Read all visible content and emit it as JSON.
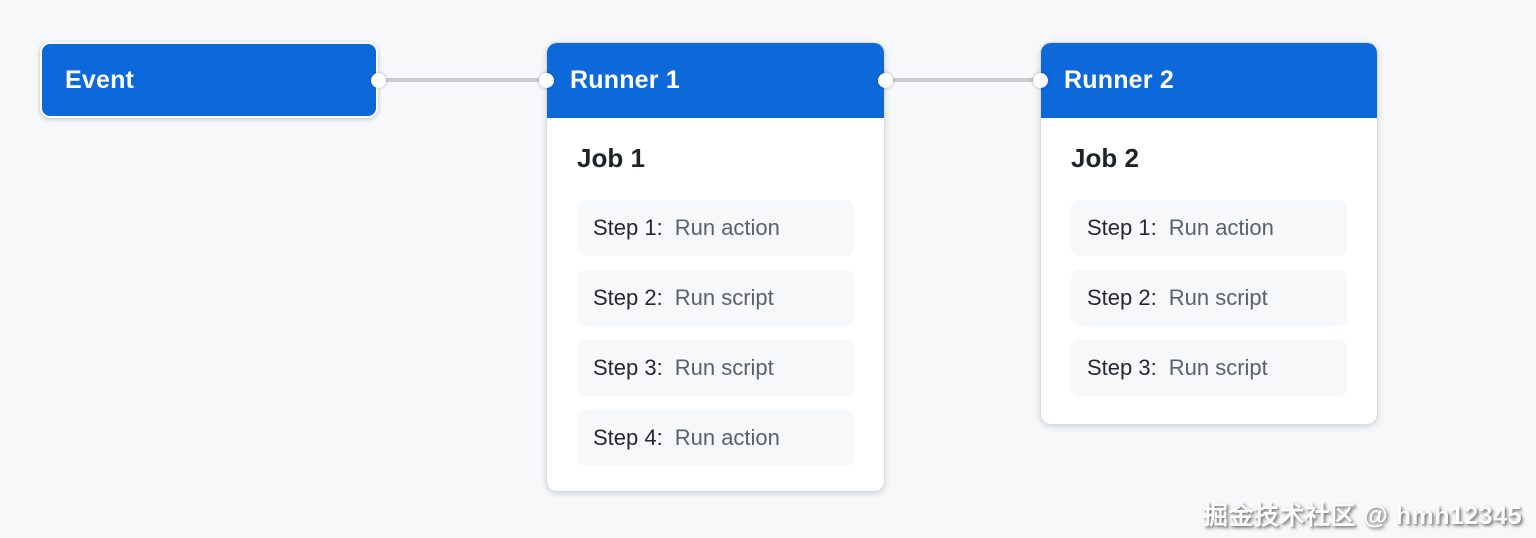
{
  "canvas": {
    "background_color": "#f6f8fa",
    "accent_color": "#0d69da",
    "connector_color": "#c7ccd1",
    "step_bg_color": "#f6f8fa"
  },
  "event": {
    "label": "Event"
  },
  "runner1": {
    "title": "Runner 1",
    "job_title": "Job 1",
    "steps": [
      {
        "label": "Step 1:",
        "desc": "Run action"
      },
      {
        "label": "Step 2:",
        "desc": "Run script"
      },
      {
        "label": "Step 3:",
        "desc": "Run script"
      },
      {
        "label": "Step 4:",
        "desc": "Run action"
      }
    ]
  },
  "runner2": {
    "title": "Runner 2",
    "job_title": "Job 2",
    "steps": [
      {
        "label": "Step 1:",
        "desc": "Run action"
      },
      {
        "label": "Step 2:",
        "desc": "Run script"
      },
      {
        "label": "Step 3:",
        "desc": "Run script"
      }
    ]
  },
  "watermark": {
    "text": "掘金技术社区 @ hmh12345"
  }
}
